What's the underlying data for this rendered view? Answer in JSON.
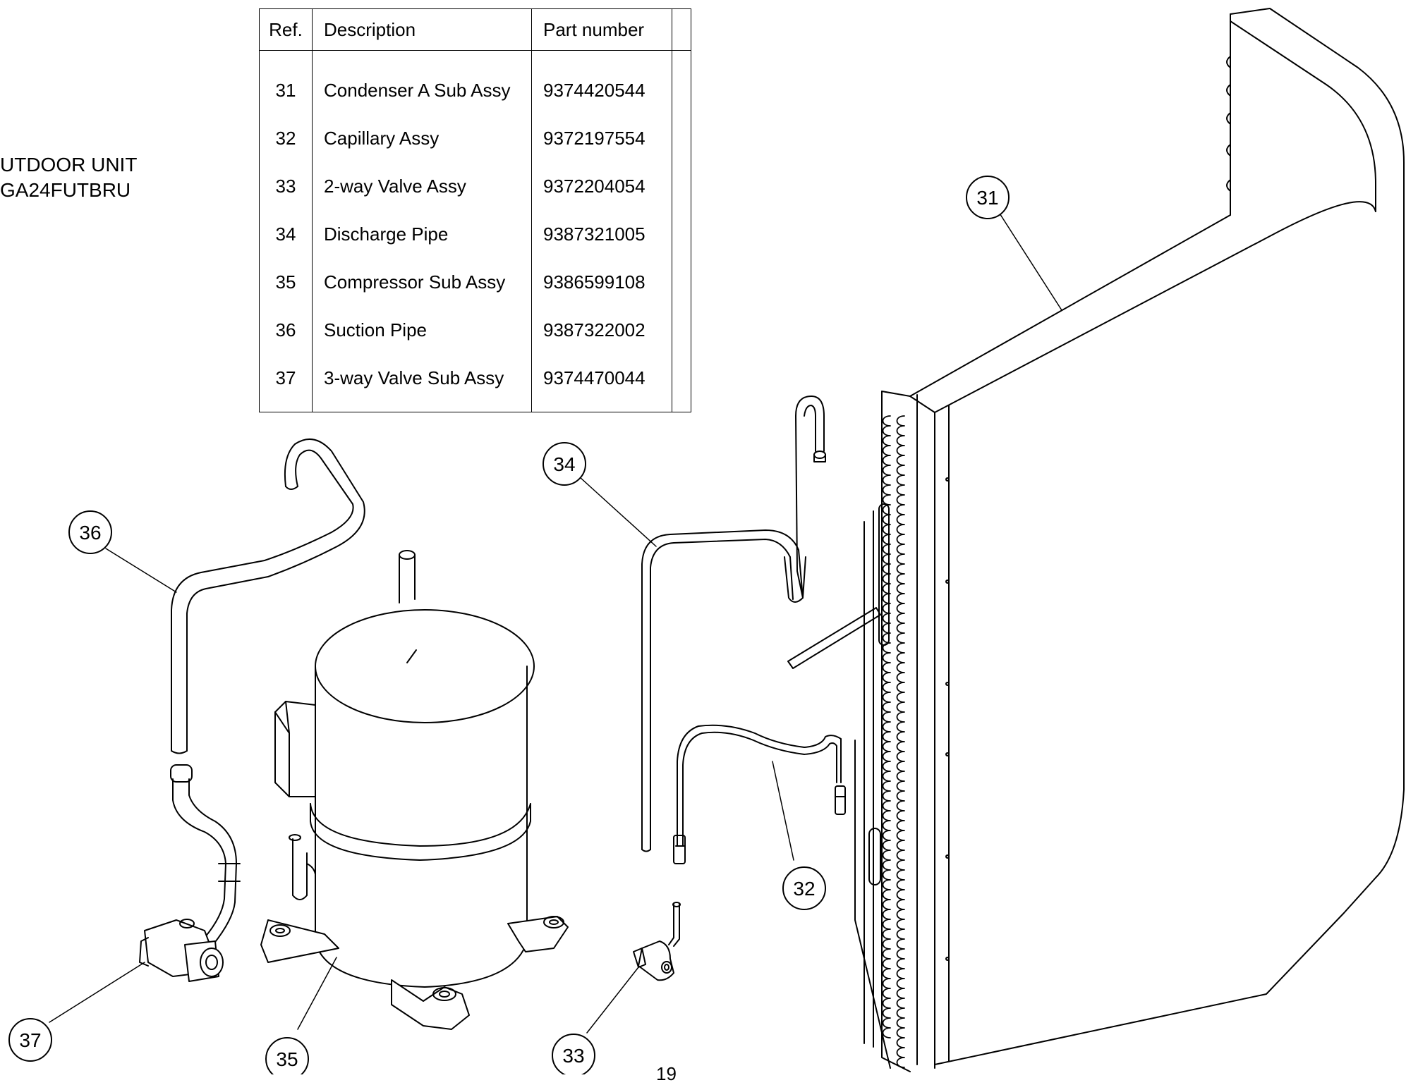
{
  "header": {
    "unit_line1": "UTDOOR UNIT",
    "unit_line2": "GA24FUTBRU"
  },
  "parts_table": {
    "columns": [
      "Ref.",
      "Description",
      "Part number",
      ""
    ],
    "rows": [
      {
        "ref": "31",
        "description": "Condenser A Sub Assy",
        "part_number": "9374420544"
      },
      {
        "ref": "32",
        "description": "Capillary Assy",
        "part_number": "9372197554"
      },
      {
        "ref": "33",
        "description": "2-way Valve Assy",
        "part_number": "9372204054"
      },
      {
        "ref": "34",
        "description": "Discharge Pipe",
        "part_number": "9387321005"
      },
      {
        "ref": "35",
        "description": "Compressor Sub Assy",
        "part_number": "9386599108"
      },
      {
        "ref": "36",
        "description": "Suction Pipe",
        "part_number": "9387322002"
      },
      {
        "ref": "37",
        "description": "3-way Valve Sub Assy",
        "part_number": "9374470044"
      }
    ]
  },
  "callouts": {
    "c31": "31",
    "c32": "32",
    "c33": "33",
    "c34": "34",
    "c35": "35",
    "c36": "36",
    "c37": "37"
  },
  "footer": {
    "page_number": "19"
  },
  "colors": {
    "line": "#000000",
    "background": "#ffffff"
  },
  "icons": [
    "condenser-coil-icon",
    "compressor-icon",
    "suction-pipe-icon",
    "discharge-pipe-icon",
    "capillary-icon",
    "two-way-valve-icon",
    "three-way-valve-icon"
  ]
}
